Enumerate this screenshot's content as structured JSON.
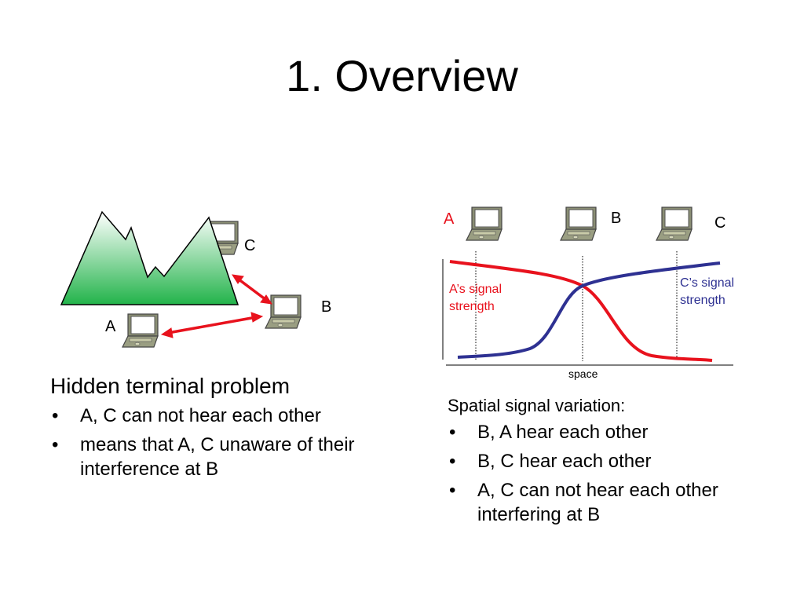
{
  "slide": {
    "title": "1. Overview"
  },
  "left_figure": {
    "labels": {
      "a": "A",
      "b": "B",
      "c": "C"
    },
    "heading": "Hidden terminal problem",
    "bullets": [
      "A, C can not hear each other",
      "means that A, C unaware of their interference at B"
    ]
  },
  "right_figure": {
    "labels": {
      "a": "A",
      "b": "B",
      "c": "C"
    },
    "a_signal_label": "A’s signal strength",
    "c_signal_label": "C’s signal strength",
    "x_axis_label": "space",
    "heading": "Spatial signal variation:",
    "bullets": [
      "B, A hear each other",
      "B, C hear each other",
      "A, C can not hear each other interfering at B"
    ]
  },
  "colors": {
    "arrow": "#e8121d",
    "a_signal": "#e8121d",
    "c_signal": "#2e3192",
    "mountain_top": "#ffffff",
    "mountain_bottom": "#22b34a"
  }
}
